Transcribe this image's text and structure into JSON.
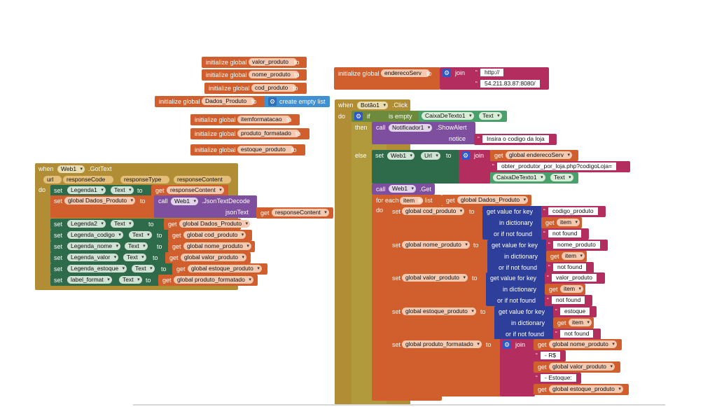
{
  "colors": {
    "orange": "#d05f2d",
    "magenta": "#b32d5e",
    "olive": "#b18e35",
    "green": "#2e6b4a",
    "purple": "#7d4f9e"
  },
  "globals": [
    {
      "label": "initialize global",
      "name": "valor_produto",
      "to": "to"
    },
    {
      "label": "initialize global",
      "name": "nome_produto",
      "to": "to"
    },
    {
      "label": "initialize global",
      "name": "cod_produto",
      "to": "to"
    },
    {
      "label": "initialize global",
      "name": "Dados_Produto",
      "to": "to",
      "value": "create empty list"
    },
    {
      "label": "initialize global",
      "name": "itemformatacao",
      "to": "to"
    },
    {
      "label": "initialize global",
      "name": "produto_formatado",
      "to": "to"
    },
    {
      "label": "initialize global",
      "name": "estoque_produto",
      "to": "to"
    }
  ],
  "server": {
    "label": "initialize global",
    "name": "enderecoServ",
    "to": "to",
    "join": "join",
    "part1": "http://",
    "part2": "54.211.83.87:8080/"
  },
  "gottext": {
    "when": "when",
    "component": "Web1",
    "event": ".GotText",
    "params": [
      "url",
      "responseCode",
      "responseType",
      "responseContent"
    ],
    "do": "do",
    "rows": [
      {
        "set": "set",
        "comp": "Legenda1",
        "prop": "Text",
        "to": "to",
        "get": "get",
        "val": "responseContent"
      },
      {
        "set": "set",
        "global": "global Dados_Produto",
        "to": "to",
        "call": "call",
        "comp": "Web1",
        "method": ".JsonTextDecode",
        "arg": "jsonText",
        "get": "get",
        "val": "responseContent"
      },
      {
        "set": "set",
        "comp": "Legenda2",
        "prop": "Text",
        "to": "to",
        "get": "get",
        "val": "global Dados_Produto"
      },
      {
        "set": "set",
        "comp": "Legenda_codigo",
        "prop": "Text",
        "to": "to",
        "get": "get",
        "val": "global cod_produto"
      },
      {
        "set": "set",
        "comp": "Legenda_nome",
        "prop": "Text",
        "to": "to",
        "get": "get",
        "val": "global nome_produto"
      },
      {
        "set": "set",
        "comp": "Legenda_valor",
        "prop": "Text",
        "to": "to",
        "get": "get",
        "val": "global valor_produto"
      },
      {
        "set": "set",
        "comp": "Legenda_estoque",
        "prop": "Text",
        "to": "to",
        "get": "get",
        "val": "global estoque_produto"
      },
      {
        "set": "set",
        "comp": "label_format",
        "prop": "Text",
        "to": "to",
        "get": "get",
        "val": "global produto_formatado"
      }
    ]
  },
  "click": {
    "when": "when",
    "component": "Botão1",
    "event": ".Click",
    "do": "do",
    "if": "if",
    "isempty": "is empty",
    "textbox": "CaixaDeTexto1",
    "prop": "Text",
    "then": "then",
    "call": "call",
    "notifier": "Notificador1",
    "alert": ".ShowAlert",
    "notice": "notice",
    "msg": "Insira o codigo da loja",
    "else": "else",
    "set": "set",
    "web": "Web1",
    "url": "Url",
    "to": "to",
    "join": "join",
    "get": "get",
    "getserv": "global enderecoServ",
    "path": "obter_produtor_por_loja.php?codigoLoja=",
    "textbox2": "CaixaDeTexto1",
    "prop2": "Text",
    "callget": "call",
    "web2": "Web1",
    "getm": ".Get",
    "foreach": "for each",
    "item": "item",
    "inlist": "in list",
    "list": "global Dados_Produto",
    "do2": "do",
    "lookups": [
      {
        "set": "set",
        "var": "global cod_produto",
        "to": "to",
        "gv": "get value for key",
        "key": "codigo_produto",
        "dict": "in dictionary",
        "get": "get",
        "item": "item",
        "nf": "or if not found",
        "nfval": "not found"
      },
      {
        "set": "set",
        "var": "global nome_produto",
        "to": "to",
        "gv": "get value for key",
        "key": "nome_produto",
        "dict": "in dictionary",
        "get": "get",
        "item": "item",
        "nf": "or if not found",
        "nfval": "not found"
      },
      {
        "set": "set",
        "var": "global valor_produto",
        "to": "to",
        "gv": "get value for key",
        "key": "valor_produto",
        "dict": "in dictionary",
        "get": "get",
        "item": "item",
        "nf": "or if not found",
        "nfval": "not found"
      },
      {
        "set": "set",
        "var": "global estoque_produto",
        "to": "to",
        "gv": "get value for key",
        "key": "estoque",
        "dict": "in dictionary",
        "get": "get",
        "item": "item",
        "nf": "or if not found",
        "nfval": "not found"
      }
    ],
    "fmt": {
      "set": "set",
      "var": "global produto_formatado",
      "to": "to",
      "join": "join",
      "parts": [
        {
          "get": "get",
          "val": "global nome_produto"
        },
        {
          "str": " - R$ "
        },
        {
          "get": "get",
          "val": "global valor_produto"
        },
        {
          "str": " - Estoque: "
        },
        {
          "get": "get",
          "val": "global estoque_produto"
        }
      ]
    }
  }
}
